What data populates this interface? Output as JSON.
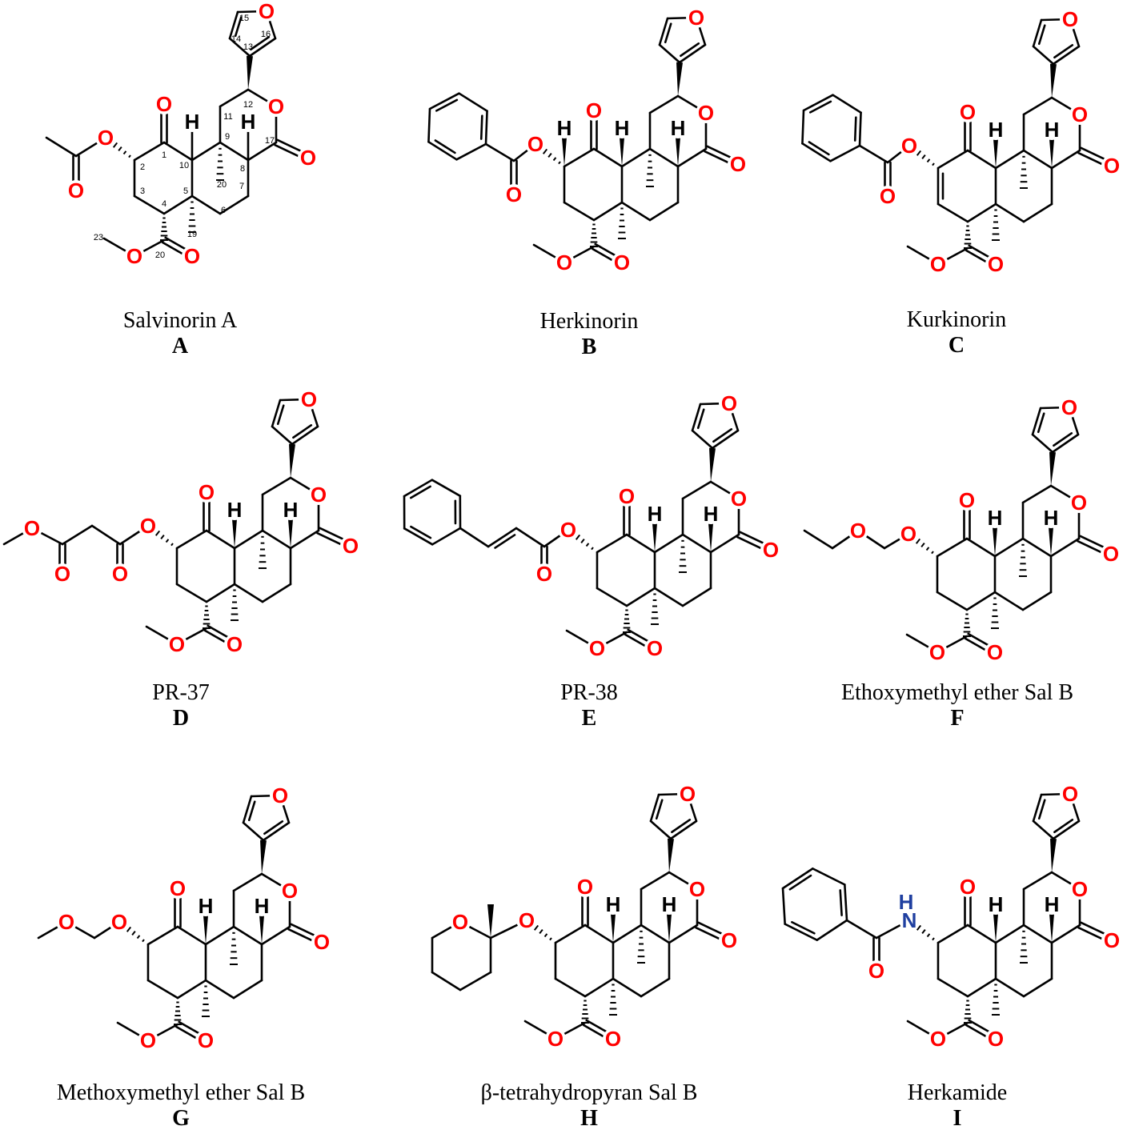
{
  "colors": {
    "bond": "#000000",
    "oxygen": "#ff0000",
    "nitrogen": "#1f3fa0",
    "hydrogen": "#000000",
    "background": "#ffffff"
  },
  "atoms": {
    "oxygen": "O",
    "hydrogen": "H",
    "nitrogen": "N"
  },
  "locants": [
    "1",
    "2",
    "3",
    "4",
    "5",
    "6",
    "7",
    "8",
    "9",
    "10",
    "11",
    "12",
    "13",
    "14",
    "15",
    "16",
    "17",
    "19",
    "20",
    "20",
    "23"
  ],
  "molecules": [
    {
      "name": "Salvinorin A",
      "letter": "A"
    },
    {
      "name": "Herkinorin",
      "letter": "B"
    },
    {
      "name": "Kurkinorin",
      "letter": "C"
    },
    {
      "name": "PR-37",
      "letter": "D"
    },
    {
      "name": "PR-38",
      "letter": "E"
    },
    {
      "name": "Ethoxymethyl ether Sal B",
      "letter": "F"
    },
    {
      "name": "Methoxymethyl ether Sal B",
      "letter": "G"
    },
    {
      "name": "β-tetrahydropyran Sal B",
      "letter": "H"
    },
    {
      "name": "Herkamide",
      "letter": "I"
    }
  ]
}
